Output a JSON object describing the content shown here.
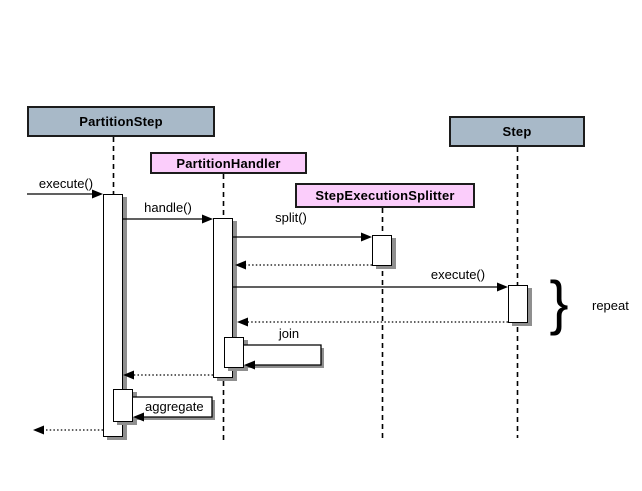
{
  "diagram_type": "uml-sequence",
  "actors": [
    {
      "name": "PartitionStep",
      "color": "#a8b9c8"
    },
    {
      "name": "PartitionHandler",
      "color": "#fbcdfb"
    },
    {
      "name": "StepExecutionSplitter",
      "color": "#fbcdfb"
    },
    {
      "name": "Step",
      "color": "#a8b9c8"
    }
  ],
  "messages": {
    "execute_to_partition_step": "execute()",
    "handle": "handle()",
    "split": "split()",
    "execute_to_step": "execute()",
    "join": "join",
    "aggregate": "aggregate"
  },
  "annotation": {
    "repeat_label": "repeat",
    "brace_glyph": "}"
  },
  "colors": {
    "actor_blue_gray": "#a8b9c8",
    "actor_pink": "#fbcdfb",
    "line": "#000000",
    "shadow": "#8f8f8f",
    "background": "#ffffff"
  }
}
